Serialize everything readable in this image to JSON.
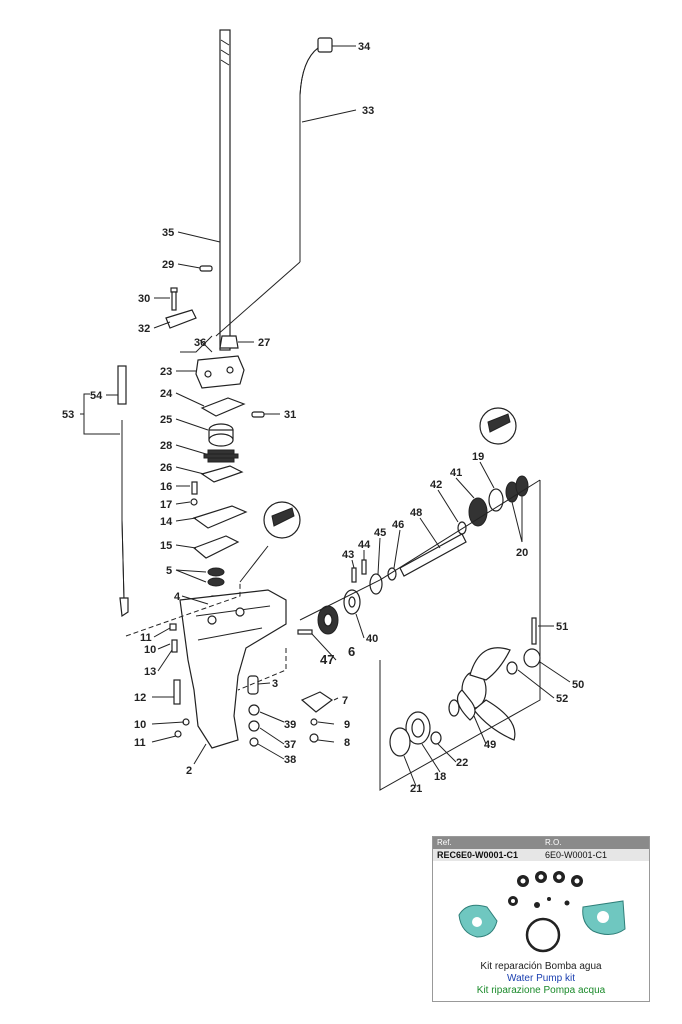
{
  "diagram": {
    "callouts": [
      {
        "id": "p34",
        "text": "34"
      },
      {
        "id": "p33",
        "text": "33"
      },
      {
        "id": "p35",
        "text": "35"
      },
      {
        "id": "p29",
        "text": "29"
      },
      {
        "id": "p30",
        "text": "30"
      },
      {
        "id": "p32",
        "text": "32"
      },
      {
        "id": "p36",
        "text": "36"
      },
      {
        "id": "p27",
        "text": "27"
      },
      {
        "id": "p23",
        "text": "23"
      },
      {
        "id": "p24",
        "text": "24"
      },
      {
        "id": "p31",
        "text": "31"
      },
      {
        "id": "p25",
        "text": "25"
      },
      {
        "id": "p28",
        "text": "28"
      },
      {
        "id": "p26",
        "text": "26"
      },
      {
        "id": "p16",
        "text": "16"
      },
      {
        "id": "p17",
        "text": "17"
      },
      {
        "id": "p14",
        "text": "14"
      },
      {
        "id": "p15",
        "text": "15"
      },
      {
        "id": "p5",
        "text": "5"
      },
      {
        "id": "p54",
        "text": "54"
      },
      {
        "id": "p53",
        "text": "53"
      },
      {
        "id": "p11a",
        "text": "11"
      },
      {
        "id": "p10a",
        "text": "10"
      },
      {
        "id": "p13",
        "text": "13"
      },
      {
        "id": "p12",
        "text": "12"
      },
      {
        "id": "p10b",
        "text": "10"
      },
      {
        "id": "p11b",
        "text": "11"
      },
      {
        "id": "p2",
        "text": "2"
      },
      {
        "id": "p4",
        "text": "4"
      },
      {
        "id": "p3",
        "text": "3"
      },
      {
        "id": "p7",
        "text": "7"
      },
      {
        "id": "p39",
        "text": "39"
      },
      {
        "id": "p9",
        "text": "9"
      },
      {
        "id": "p37",
        "text": "37"
      },
      {
        "id": "p8",
        "text": "8"
      },
      {
        "id": "p38",
        "text": "38"
      },
      {
        "id": "p47",
        "text": "47"
      },
      {
        "id": "p6",
        "text": "6"
      },
      {
        "id": "p40",
        "text": "40"
      },
      {
        "id": "p43",
        "text": "43"
      },
      {
        "id": "p44",
        "text": "44"
      },
      {
        "id": "p45",
        "text": "45"
      },
      {
        "id": "p46",
        "text": "46"
      },
      {
        "id": "p48",
        "text": "48"
      },
      {
        "id": "p42",
        "text": "42"
      },
      {
        "id": "p41",
        "text": "41"
      },
      {
        "id": "p19",
        "text": "19"
      },
      {
        "id": "p20",
        "text": "20"
      },
      {
        "id": "p51",
        "text": "51"
      },
      {
        "id": "p50",
        "text": "50"
      },
      {
        "id": "p52",
        "text": "52"
      },
      {
        "id": "p49",
        "text": "49"
      },
      {
        "id": "p22",
        "text": "22"
      },
      {
        "id": "p18",
        "text": "18"
      },
      {
        "id": "p21",
        "text": "21"
      }
    ]
  },
  "kit": {
    "ref_header": "Ref.",
    "ro_header": "R.O.",
    "ref_value": "REC6E0-W0001-C1",
    "ro_value": "6E0-W0001-C1",
    "name_es": "Kit reparación Bomba agua",
    "name_en": "Water Pump kit",
    "name_it": "Kit riparazione Pompa acqua",
    "colors": {
      "en": "#1a3fb0",
      "it": "#1a8a2a",
      "gasket": "#6fc7c0"
    }
  }
}
